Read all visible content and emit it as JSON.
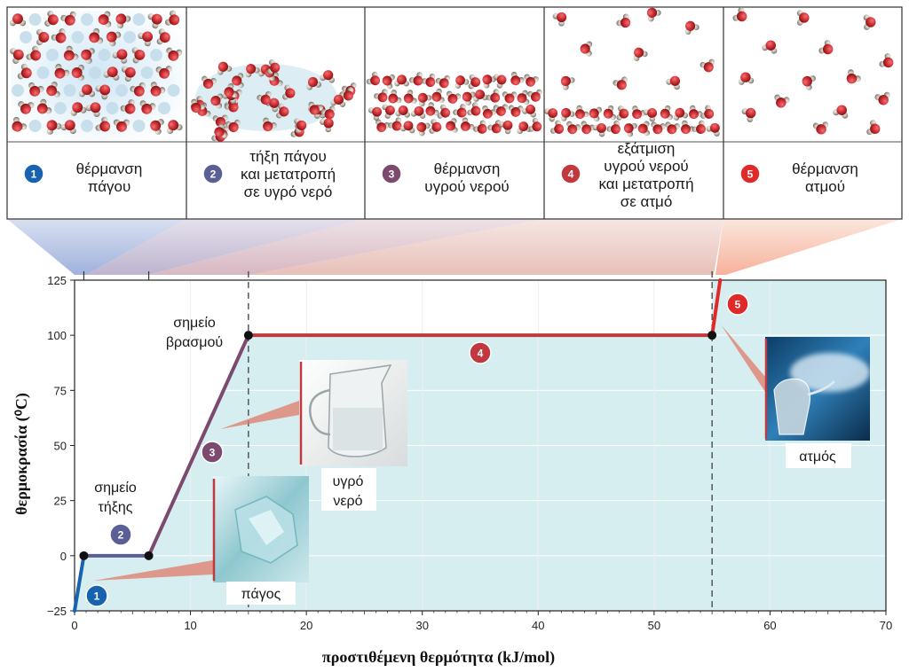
{
  "colors": {
    "phase1": "#1763b0",
    "phase2": "#5a5f96",
    "phase3": "#7b4a6e",
    "phase4": "#c0393f",
    "phase5": "#e02a2a",
    "plot_bg": "#d6eef0",
    "oxygen": "#c92a2e",
    "hydrogen": "#b8b2a8"
  },
  "panels": [
    {
      "num": "1",
      "lines": [
        "θέρμανση",
        "πάγου"
      ],
      "color": "#1763b0"
    },
    {
      "num": "2",
      "lines": [
        "τήξη πάγου",
        "και μετατροπή",
        "σε υγρό νερό"
      ],
      "color": "#5a5f96"
    },
    {
      "num": "3",
      "lines": [
        "θέρμανση",
        "υγρού νερού"
      ],
      "color": "#7b4a6e"
    },
    {
      "num": "4",
      "lines": [
        "εξάτμιση",
        "υγρού νερού",
        "και μετατροπή",
        "σε ατμό"
      ],
      "color": "#c0393f"
    },
    {
      "num": "5",
      "lines": [
        "θέρμανση",
        "ατμού"
      ],
      "color": "#e02a2a"
    }
  ],
  "annotations": {
    "melting_point": [
      "σημείο",
      "τήξης"
    ],
    "boiling_point": [
      "σημείο",
      "βρασμού"
    ],
    "ice_caption": "πάγος",
    "water_caption": [
      "υγρό",
      "νερό"
    ],
    "steam_caption": "ατμός"
  },
  "chart_data": {
    "type": "line",
    "xlabel": "προστιθέμενη θερμότητα (kJ/mol)",
    "ylabel": "θερμοκρασία (⁰C)",
    "xlim": [
      0,
      70
    ],
    "ylim": [
      -25,
      125
    ],
    "xticks": [
      0,
      10,
      20,
      30,
      40,
      50,
      60,
      70
    ],
    "yticks": [
      -25,
      0,
      25,
      50,
      75,
      100,
      125
    ],
    "grid": true,
    "segments": [
      {
        "label": "1",
        "points": [
          [
            0,
            -25
          ],
          [
            0.8,
            0
          ]
        ],
        "color": "#1763b0"
      },
      {
        "label": "2",
        "points": [
          [
            0.8,
            0
          ],
          [
            6.4,
            0
          ]
        ],
        "color": "#5a5f96"
      },
      {
        "label": "3",
        "points": [
          [
            6.4,
            0
          ],
          [
            15.0,
            100
          ]
        ],
        "color": "#7b4a6e"
      },
      {
        "label": "4",
        "points": [
          [
            15.0,
            100
          ],
          [
            55.0,
            100
          ]
        ],
        "color": "#c0393f"
      },
      {
        "label": "5",
        "points": [
          [
            55.0,
            100
          ],
          [
            55.7,
            125
          ]
        ],
        "color": "#e02a2a"
      }
    ],
    "key_points": [
      [
        0.8,
        0
      ],
      [
        6.4,
        0
      ],
      [
        15.0,
        100
      ],
      [
        55.0,
        100
      ]
    ],
    "dashed_verticals": [
      15.0,
      55.0
    ]
  }
}
